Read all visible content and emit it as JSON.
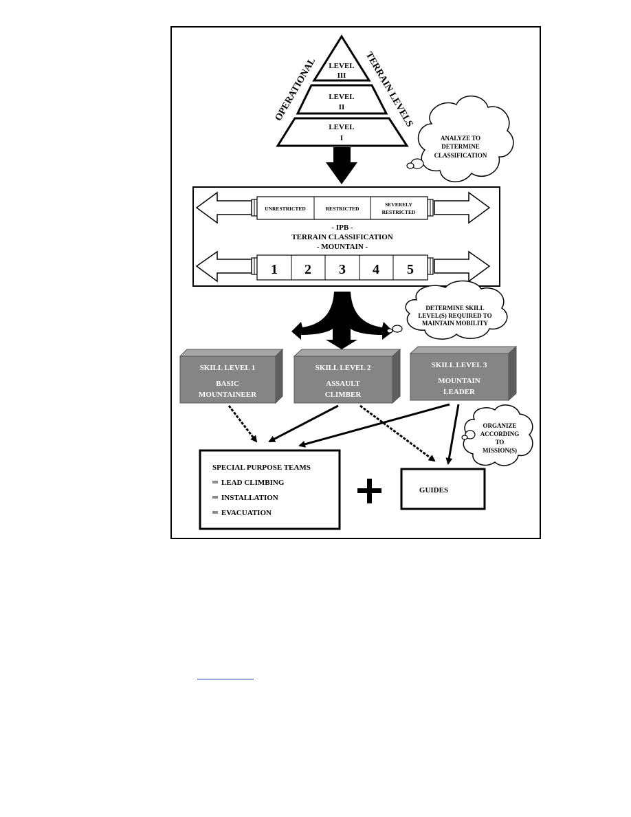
{
  "pyramid": {
    "left_label": "OPERATIONAL",
    "right_label": "TERRAIN LEVELS",
    "levels": [
      {
        "line1": "LEVEL",
        "line2": "III"
      },
      {
        "line1": "LEVEL",
        "line2": "II"
      },
      {
        "line1": "LEVEL",
        "line2": "I"
      }
    ]
  },
  "clouds": {
    "analyze": [
      "ANALYZE TO",
      "DETERMINE",
      "CLASSIFICATION"
    ],
    "determine": [
      "DETERMINE SKILL",
      "LEVEL(S) REQUIRED TO",
      "MAINTAIN MOBILITY"
    ],
    "organize": [
      "ORGANIZE",
      "ACCORDING",
      "TO",
      "MISSION(S)"
    ]
  },
  "ipb": {
    "categories": [
      "UNRESTRICTED",
      "RESTRICTED",
      [
        "SEVERELY",
        "RESTRICTED"
      ]
    ],
    "title_lines": [
      "- IPB -",
      "TERRAIN CLASSIFICATION",
      "- MOUNTAIN -"
    ],
    "numbers": [
      "1",
      "2",
      "3",
      "4",
      "5"
    ]
  },
  "skills": [
    {
      "title": "SKILL LEVEL 1",
      "line1": "BASIC",
      "line2": "MOUNTAINEER"
    },
    {
      "title": "SKILL LEVEL 2",
      "line1": "ASSAULT",
      "line2": "CLIMBER"
    },
    {
      "title": "SKILL LEVEL 3",
      "line1": "MOUNTAIN",
      "line2": "LEADER"
    }
  ],
  "teams": {
    "title": "SPECIAL PURPOSE TEAMS",
    "items": [
      "LEAD CLIMBING",
      "INSTALLATION",
      "EVACUATION"
    ]
  },
  "plus": "+",
  "guides": "GUIDES",
  "colors": {
    "skill_block": "#858585",
    "skill_top": "#a6a6a6",
    "skill_side": "#5e5e5e",
    "link": "#2233cc"
  }
}
